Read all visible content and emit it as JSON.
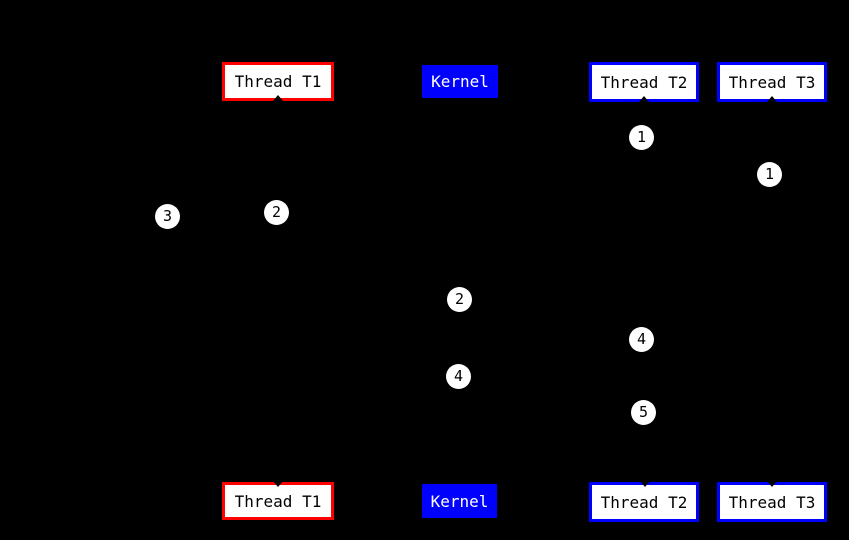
{
  "diagram": {
    "type": "thread-kernel-sequence-diagram",
    "background": "#000000",
    "colors": {
      "thread_t1_border": "#ff0000",
      "thread_t2_t3_border": "#0000ff",
      "kernel_background": "#0000ff",
      "actor_box_background": "#ffffff",
      "actor_label_text": "#000000",
      "kernel_label_text": "#ffffff",
      "marker_background": "#ffffff",
      "marker_text": "#000000"
    },
    "actors_top": [
      {
        "label": "Thread T1"
      },
      {
        "label": "Kernel"
      },
      {
        "label": "Thread T2"
      },
      {
        "label": "Thread T3"
      }
    ],
    "actors_bottom": [
      {
        "label": "Thread T1"
      },
      {
        "label": "Kernel"
      },
      {
        "label": "Thread T2"
      },
      {
        "label": "Thread T3"
      }
    ],
    "step_markers": [
      {
        "label": "1"
      },
      {
        "label": "1"
      },
      {
        "label": "2"
      },
      {
        "label": "3"
      },
      {
        "label": "2"
      },
      {
        "label": "4"
      },
      {
        "label": "4"
      },
      {
        "label": "5"
      }
    ]
  }
}
